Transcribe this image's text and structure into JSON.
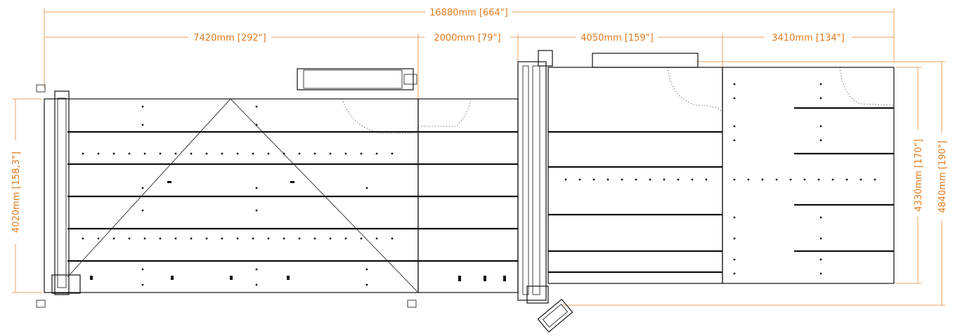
{
  "dimensions": {
    "total_length": "16880mm [664\"]",
    "loading_table_length": "7420mm [292\"]",
    "gap_length": "2000mm [79\"]",
    "cutting_table_length": "4050mm [159\"]",
    "exit_table_length": "3410mm [134\"]",
    "left_height": "4020mm [158,3\"]",
    "right_inner_height": "4330mm [170\"]",
    "right_outer_height": "4840mm [190\"]"
  },
  "colors": {
    "dimension": "#e07a1f",
    "dimension_line": "#e8a060",
    "machine": "#111111"
  }
}
